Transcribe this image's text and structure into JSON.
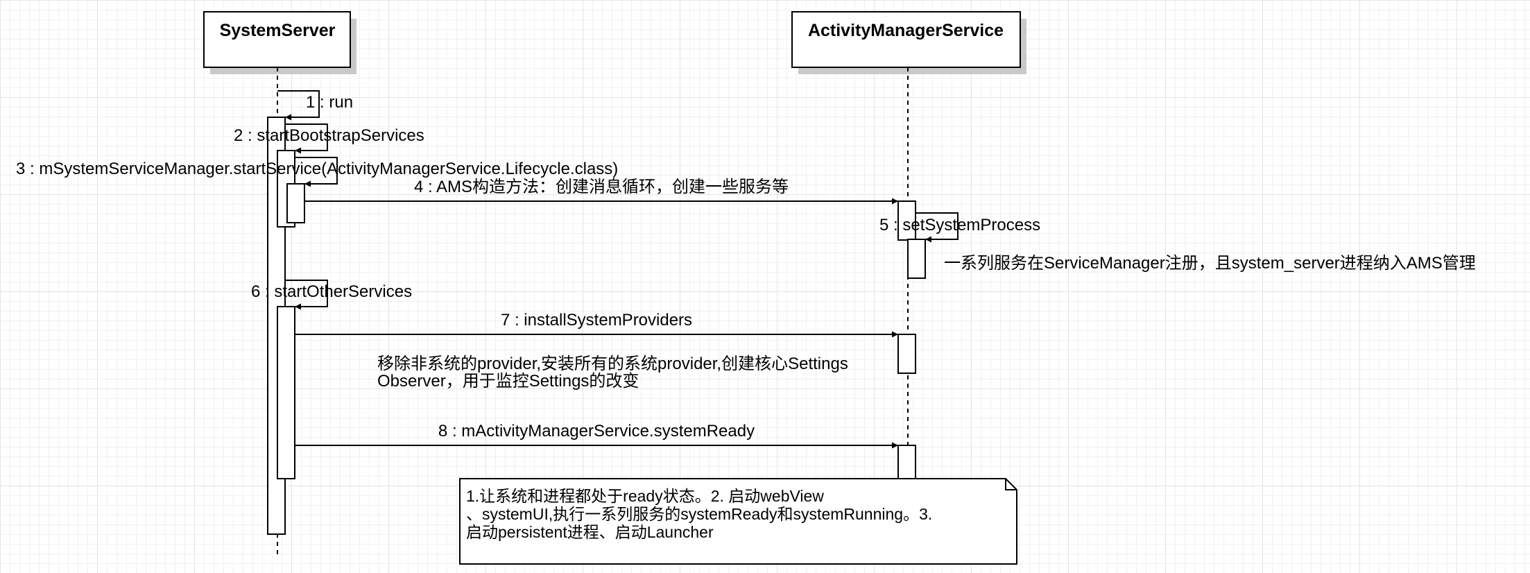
{
  "lifelines": [
    {
      "id": "system-server",
      "label": "SystemServer"
    },
    {
      "id": "ams",
      "label": "ActivityManagerService"
    }
  ],
  "messages": [
    {
      "label": "1 : run"
    },
    {
      "label": "2 : startBootstrapServices"
    },
    {
      "label": "3 : mSystemServiceManager.startService(ActivityManagerService.Lifecycle.class)"
    },
    {
      "label": "4 : AMS构造方法：创建消息循环，创建一些服务等"
    },
    {
      "label": "5 : setSystemProcess"
    },
    {
      "label": "6 : startOtherServices"
    },
    {
      "label": "7 : installSystemProviders"
    },
    {
      "label": "8 : mActivityManagerService.systemReady"
    }
  ],
  "annotations": [
    {
      "lines": [
        "一系列服务在ServiceManager注册，且system_server进程纳入AMS管理"
      ]
    },
    {
      "lines": [
        "移除非系统的provider,安装所有的系统provider,创建核心Settings",
        "Observer，用于监控Settings的改变"
      ]
    }
  ],
  "note": {
    "lines": [
      "1.让系统和进程都处于ready状态。2. 启动webView",
      "、systemUI,执行一系列服务的systemReady和systemRunning。3.",
      "启动persistent进程、启动Launcher"
    ]
  }
}
